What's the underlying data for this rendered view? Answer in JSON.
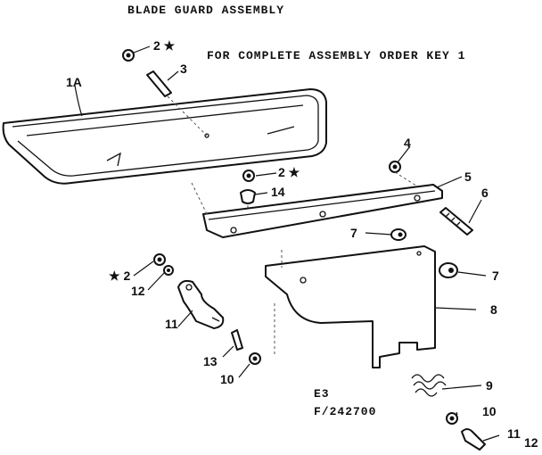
{
  "title": "BLADE GUARD ASSEMBLY",
  "note": "FOR COMPLETE ASSEMBLY ORDER KEY 1",
  "figure_code": "E3",
  "figure_number": "F/242700",
  "callouts": {
    "c_2_top": "2 ★",
    "c_3": "3",
    "c_1a": "1A",
    "c_2_mid": "2 ★",
    "c_4": "4",
    "c_5": "5",
    "c_6": "6",
    "c_14": "14",
    "c_7_left": "7",
    "c_7_right": "7",
    "c_2_left": "★ 2",
    "c_12_left": "12",
    "c_8": "8",
    "c_11_left": "11",
    "c_13": "13",
    "c_10_left": "10",
    "c_9": "9",
    "c_10_right": "10",
    "c_11_right": "11",
    "c_12_right": "12"
  }
}
